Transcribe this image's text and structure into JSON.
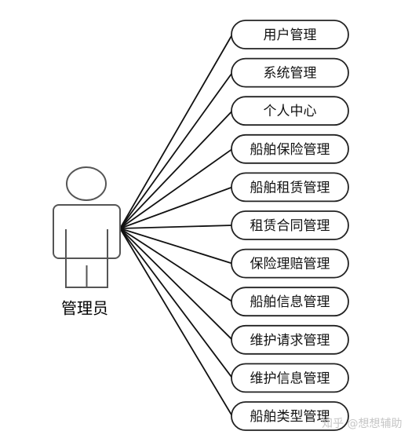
{
  "actor": {
    "label": "管理员"
  },
  "use_cases": [
    {
      "label": "用户管理"
    },
    {
      "label": "系统管理"
    },
    {
      "label": "个人中心"
    },
    {
      "label": "船舶保险管理"
    },
    {
      "label": "船舶租赁管理"
    },
    {
      "label": "租赁合同管理"
    },
    {
      "label": "保险理赔管理"
    },
    {
      "label": "船舶信息管理"
    },
    {
      "label": "维护请求管理"
    },
    {
      "label": "维护信息管理"
    },
    {
      "label": "船舶类型管理"
    }
  ],
  "watermark": {
    "text": "知乎 @想想辅助"
  },
  "colors": {
    "line": "#111111",
    "actor_stroke": "#555555",
    "watermark": "#c6c6c6"
  }
}
